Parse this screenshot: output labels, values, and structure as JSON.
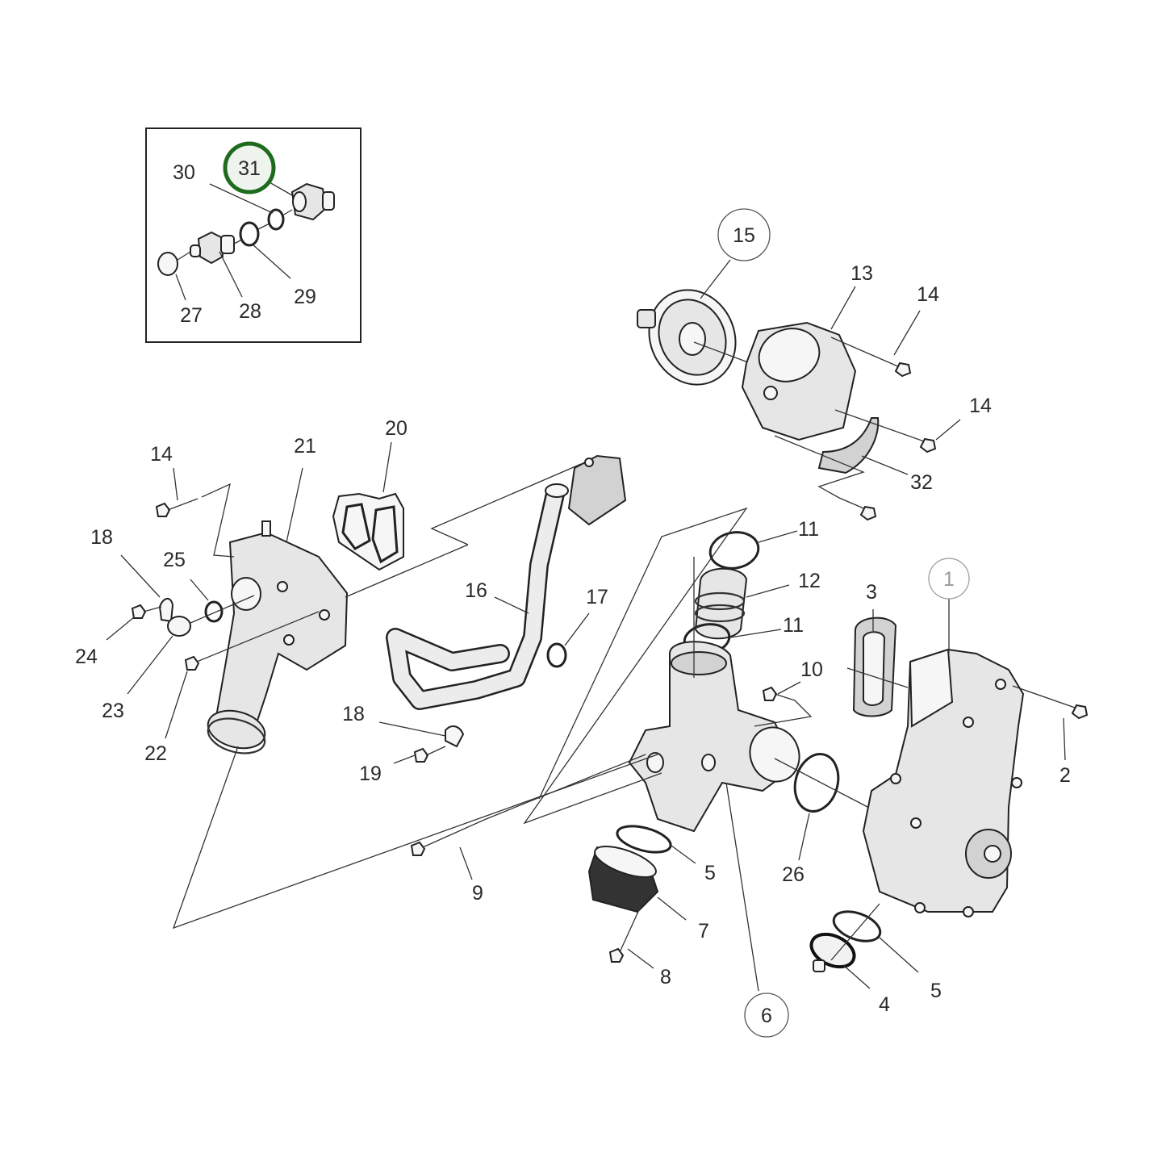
{
  "diagram": {
    "type": "exploded-parts-diagram",
    "subject": "Engine coolant pump and thermostat housing assembly",
    "highlight_color": "#1e6b1e",
    "inset": {
      "callouts": [
        {
          "id": "c31",
          "label": "31",
          "style": "circled-highlighted"
        },
        {
          "id": "c30",
          "label": "30",
          "style": "plain"
        },
        {
          "id": "c29",
          "label": "29",
          "style": "plain"
        },
        {
          "id": "c28",
          "label": "28",
          "style": "plain"
        },
        {
          "id": "c27",
          "label": "27",
          "style": "plain"
        }
      ]
    },
    "callouts": [
      {
        "id": "c15",
        "label": "15",
        "style": "circled"
      },
      {
        "id": "c13",
        "label": "13",
        "style": "plain"
      },
      {
        "id": "c14a",
        "label": "14",
        "style": "plain"
      },
      {
        "id": "c14b",
        "label": "14",
        "style": "plain"
      },
      {
        "id": "c32",
        "label": "32",
        "style": "plain"
      },
      {
        "id": "c20",
        "label": "20",
        "style": "plain"
      },
      {
        "id": "c21",
        "label": "21",
        "style": "plain"
      },
      {
        "id": "c14c",
        "label": "14",
        "style": "plain"
      },
      {
        "id": "c18a",
        "label": "18",
        "style": "plain"
      },
      {
        "id": "c25",
        "label": "25",
        "style": "plain"
      },
      {
        "id": "c24",
        "label": "24",
        "style": "plain"
      },
      {
        "id": "c23",
        "label": "23",
        "style": "plain"
      },
      {
        "id": "c22",
        "label": "22",
        "style": "plain"
      },
      {
        "id": "c16",
        "label": "16",
        "style": "plain"
      },
      {
        "id": "c17",
        "label": "17",
        "style": "plain"
      },
      {
        "id": "c18b",
        "label": "18",
        "style": "plain"
      },
      {
        "id": "c19",
        "label": "19",
        "style": "plain"
      },
      {
        "id": "c11a",
        "label": "11",
        "style": "plain"
      },
      {
        "id": "c12",
        "label": "12",
        "style": "plain"
      },
      {
        "id": "c11b",
        "label": "11",
        "style": "plain"
      },
      {
        "id": "c10",
        "label": "10",
        "style": "plain"
      },
      {
        "id": "c3",
        "label": "3",
        "style": "plain"
      },
      {
        "id": "c1",
        "label": "1",
        "style": "circled-light"
      },
      {
        "id": "c2",
        "label": "2",
        "style": "plain"
      },
      {
        "id": "c9",
        "label": "9",
        "style": "plain"
      },
      {
        "id": "c5a",
        "label": "5",
        "style": "plain"
      },
      {
        "id": "c7",
        "label": "7",
        "style": "plain"
      },
      {
        "id": "c8",
        "label": "8",
        "style": "plain"
      },
      {
        "id": "c26",
        "label": "26",
        "style": "plain"
      },
      {
        "id": "c6",
        "label": "6",
        "style": "circled"
      },
      {
        "id": "c5b",
        "label": "5",
        "style": "plain"
      },
      {
        "id": "c4",
        "label": "4",
        "style": "plain"
      }
    ],
    "labels": {
      "n1": "1",
      "n2": "2",
      "n3": "3",
      "n4": "4",
      "n5": "5",
      "n6": "6",
      "n7": "7",
      "n8": "8",
      "n9": "9",
      "n10": "10",
      "n11": "11",
      "n12": "12",
      "n13": "13",
      "n14": "14",
      "n15": "15",
      "n16": "16",
      "n17": "17",
      "n18": "18",
      "n19": "19",
      "n20": "20",
      "n21": "21",
      "n22": "22",
      "n23": "23",
      "n24": "24",
      "n25": "25",
      "n26": "26",
      "n27": "27",
      "n28": "28",
      "n29": "29",
      "n30": "30",
      "n31": "31",
      "n32": "32"
    }
  }
}
